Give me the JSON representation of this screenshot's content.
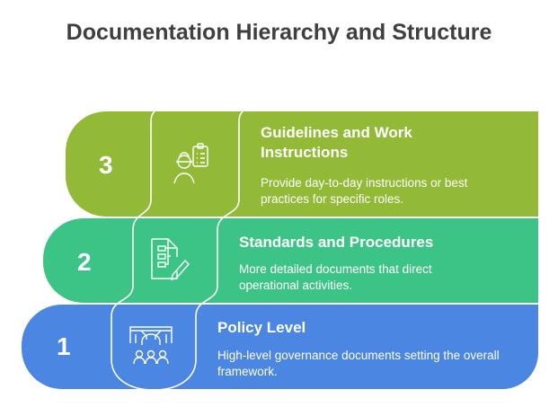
{
  "title": "Documentation Hierarchy and Structure",
  "levels": [
    {
      "number": "3",
      "heading": "Guidelines and Work Instructions",
      "description": "Provide day-to-day instructions or best practices for specific roles.",
      "icon": "worker-checklist-icon",
      "color": "#92ba37"
    },
    {
      "number": "2",
      "heading": "Standards and Procedures",
      "description": "More detailed documents that direct operational activities.",
      "icon": "document-flowchart-pencil-icon",
      "color": "#3cc486"
    },
    {
      "number": "1",
      "heading": "Policy Level",
      "description": "High-level governance documents setting the overall framework.",
      "icon": "governance-structure-icon",
      "color": "#4a86e2"
    }
  ]
}
